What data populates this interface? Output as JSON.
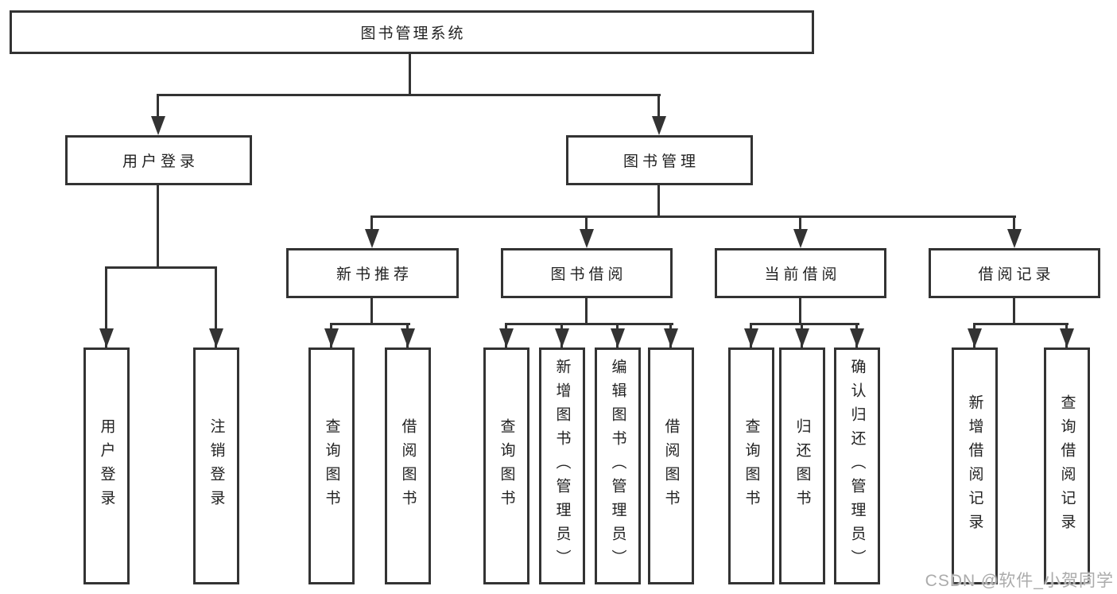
{
  "tree": {
    "root": {
      "label": "图书管理系统"
    },
    "branches": [
      {
        "label": "用户登录",
        "children": [
          "用户登录",
          "注销登录"
        ]
      },
      {
        "label": "图书管理",
        "groups": [
          {
            "label": "新书推荐",
            "children": [
              "查询图书",
              "借阅图书"
            ]
          },
          {
            "label": "图书借阅",
            "children": [
              "查询图书",
              "新增图书（管理员）",
              "编辑图书（管理员）",
              "借阅图书"
            ]
          },
          {
            "label": "当前借阅",
            "children": [
              "查询图书",
              "归还图书",
              "确认归还（管理员）"
            ]
          },
          {
            "label": "借阅记录",
            "children": [
              "新增借阅记录",
              "查询借阅记录"
            ]
          }
        ]
      }
    ]
  },
  "watermark": {
    "text": "CSDN @软件_小贺同学"
  },
  "colors": {
    "line": "#333333",
    "text": "#222222",
    "background": "#ffffff",
    "watermark": "#ababab"
  }
}
